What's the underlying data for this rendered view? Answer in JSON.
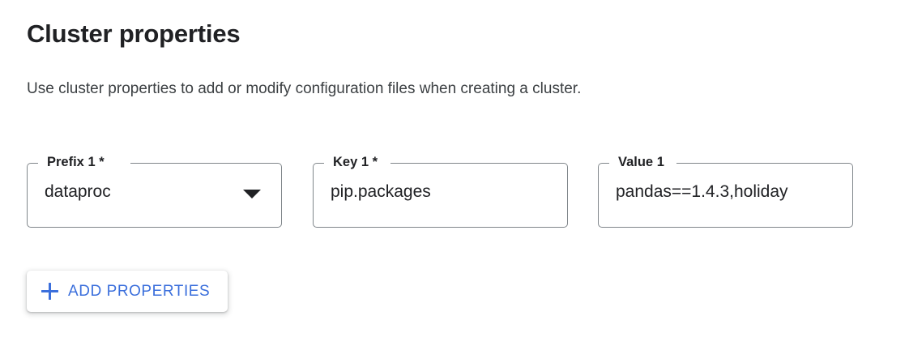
{
  "section": {
    "title": "Cluster properties",
    "description": "Use cluster properties to add or modify configuration files when creating a cluster."
  },
  "fields": [
    {
      "name": "prefix",
      "label": "Prefix 1 *",
      "value": "dataproc",
      "control": "select",
      "icon": "chevron-down-icon"
    },
    {
      "name": "key",
      "label": "Key 1 *",
      "value": "pip.packages",
      "control": "text"
    },
    {
      "name": "value",
      "label": "Value 1",
      "value": "pandas==1.4.3,holiday",
      "control": "text"
    }
  ],
  "actions": {
    "add_properties_label": "ADD PROPERTIES",
    "add_properties_icon": "plus-icon"
  },
  "colors": {
    "accent_blue": "#3b6fdc",
    "text_primary": "#202124",
    "text_secondary": "#3c4043",
    "field_border": "#80868b",
    "background": "#ffffff"
  }
}
